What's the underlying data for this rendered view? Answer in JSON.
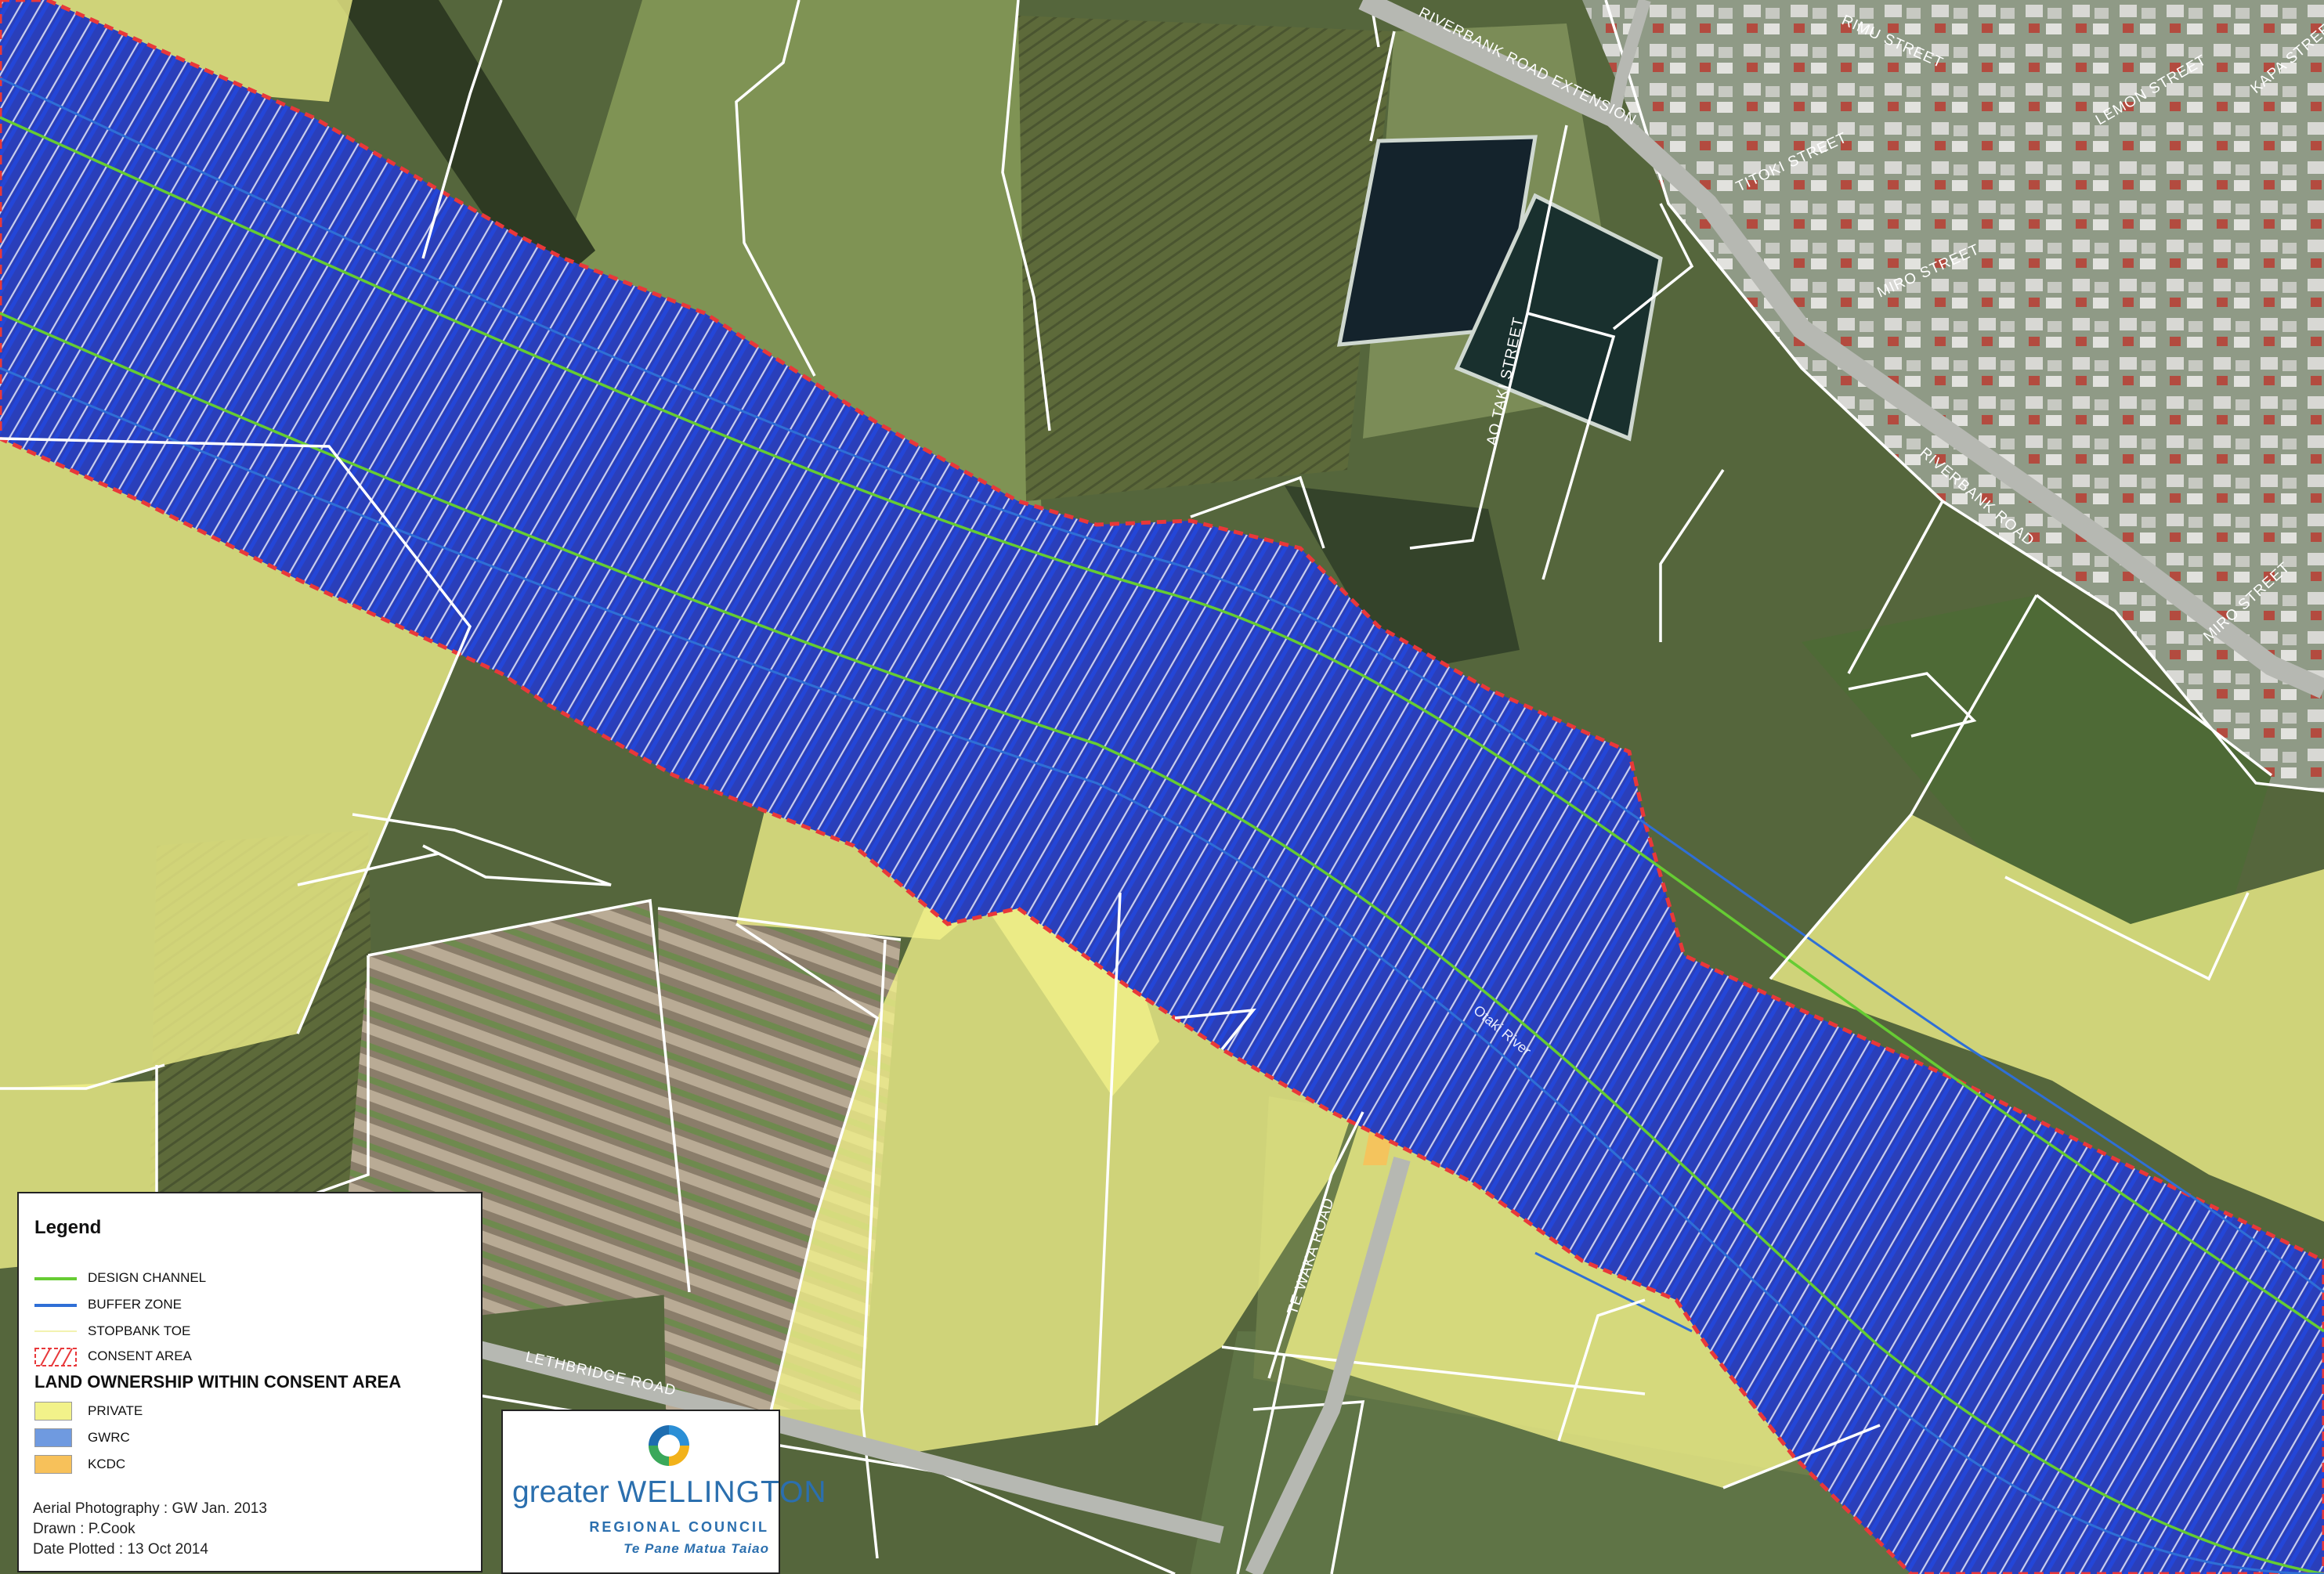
{
  "map": {
    "river_label": "Otaki River",
    "streets": {
      "riverbank_road_extension": "RIVERBANK ROAD EXTENSION",
      "rimu_street": "RIMU STREET",
      "lemon_street": "LEMON STREET",
      "kapa_street": "KAPA STREET",
      "titoki_street": "TITOKI STREET",
      "miro_street": "MIRO STREET",
      "miro_street_2": "MIRO STREET",
      "otaki_street": "AO TAKI STREET",
      "riverbank_road": "RIVERBANK ROAD",
      "te_waka_road": "TE WAKA ROAD",
      "lethbridge_road": "LETHBRIDGE ROAD"
    },
    "colors": {
      "private": "#f2f28a",
      "gwrc": "#6f9ae0",
      "kcdc": "#f7c15a",
      "design_channel": "#66cc33",
      "buffer_zone": "#2f6fd6",
      "consent_area": "#e8383a",
      "hatch": "#1c2fa8"
    }
  },
  "legend": {
    "title": "Legend",
    "design_channel": "DESIGN CHANNEL",
    "buffer_zone": "BUFFER ZONE",
    "stopbank_toe": "STOPBANK TOE",
    "consent_area": "CONSENT AREA",
    "section_title": "LAND OWNERSHIP WITHIN CONSENT AREA",
    "private": "PRIVATE",
    "gwrc": "GWRC",
    "kcdc": "KCDC",
    "aerial": "Aerial Photography : GW Jan. 2013",
    "drawn": "Drawn : P.Cook",
    "plotted": "Date Plotted : 13 Oct 2014"
  },
  "logo": {
    "line1_a": "greater",
    "line1_b": "WELLINGTON",
    "line2": "REGIONAL COUNCIL",
    "line3": "Te Pane Matua Taiao",
    "icon": "greater-wellington-swirl-logo"
  }
}
